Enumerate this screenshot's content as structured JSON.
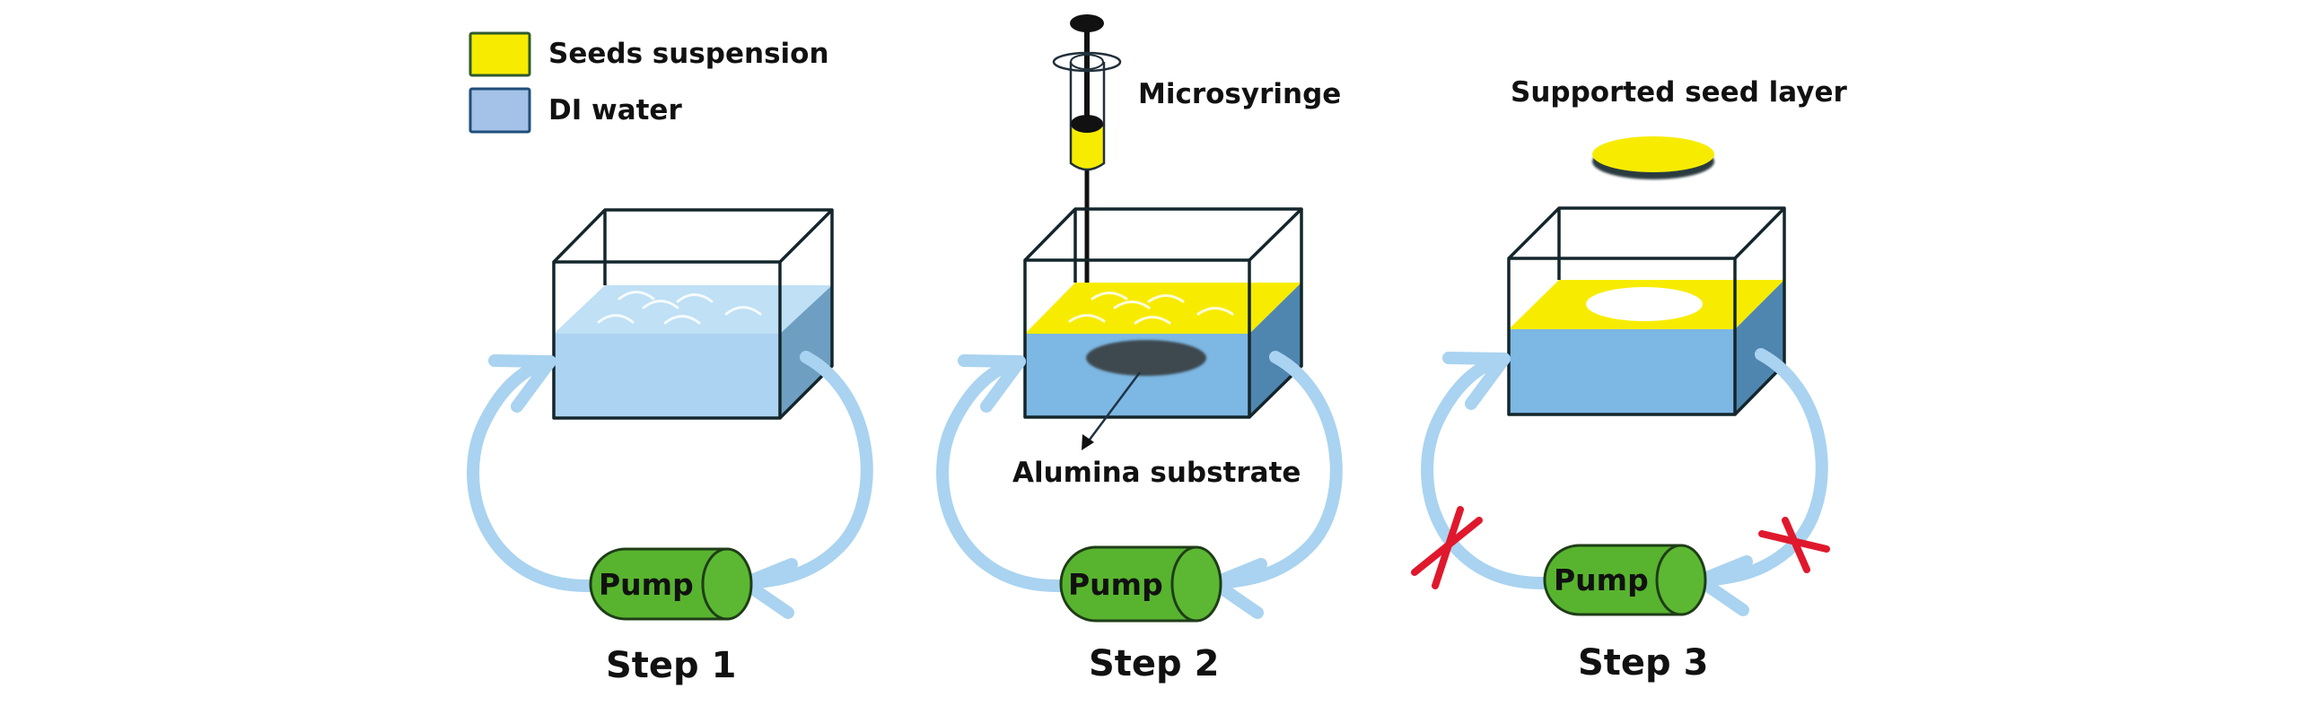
{
  "figure": {
    "legend": [
      {
        "label": "Seeds suspension",
        "color": "#f7ec00",
        "border": "#2e5a2e"
      },
      {
        "label": "DI water",
        "color": "#a4c2e8",
        "border": "#1f4e79"
      }
    ],
    "colors": {
      "seeds_suspension": "#f7ec00",
      "water_step1_front": "#acd3f1",
      "water_step1_top": "#bfe0f5",
      "water_front": "#7db7e3",
      "water_side": "#4f86b0",
      "water_side_step1": "#6e9fc2",
      "substrate": "#3d4a50",
      "pump_fill": "#58b42f",
      "pump_border": "#1f3d18",
      "flow_arrow": "#a9d3f0",
      "blocked_mark": "#e0182d"
    },
    "annotations": {
      "microsyringe": "Microsyringe",
      "alumina_substrate": "Alumina substrate",
      "supported_seed_layer": "Supported seed layer"
    },
    "steps": [
      {
        "label": "Step 1",
        "pump_label": "Pump",
        "liquid": "DI water",
        "flow_blocked": false
      },
      {
        "label": "Step 2",
        "pump_label": "Pump",
        "liquid": "Seeds suspension over DI water",
        "flow_blocked": false
      },
      {
        "label": "Step 3",
        "pump_label": "Pump",
        "liquid": "Seeds suspension over DI water",
        "flow_blocked": true
      }
    ]
  }
}
